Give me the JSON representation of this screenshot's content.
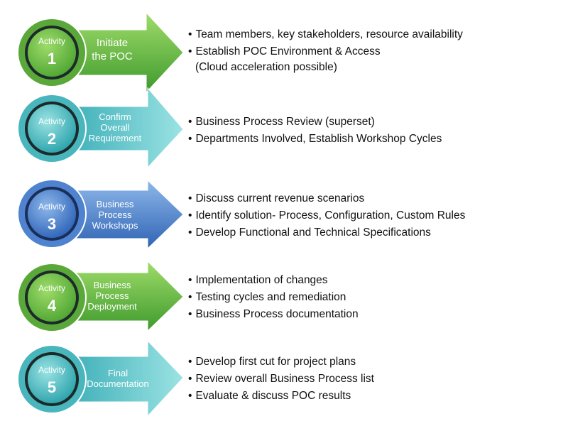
{
  "activities": [
    {
      "word": "Activity",
      "number": "1",
      "label_lines": [
        "Initiate",
        "the POC"
      ],
      "colors": {
        "light": "#9fdc6a",
        "dark": "#3f9a2d",
        "ring": "#5aa83a",
        "inner": "#4ea532"
      },
      "bullets": [
        "Team members, key stakeholders, resource availability",
        "Establish POC Environment & Access",
        "(Cloud acceleration possible)"
      ]
    },
    {
      "word": "Activity",
      "number": "2",
      "label_lines": [
        "Confirm",
        "Overall",
        "Requirement"
      ],
      "colors": {
        "light": "#9be3e3",
        "dark": "#2ea6b1",
        "ring": "#49b6bd",
        "inner": "#2aa2ab"
      },
      "bullets": [
        "Business Process Review (superset)",
        "Departments Involved, Establish Workshop Cycles"
      ]
    },
    {
      "word": "Activity",
      "number": "3",
      "label_lines": [
        "Business",
        "Process",
        "Workshops"
      ],
      "colors": {
        "light": "#8fb8ea",
        "dark": "#2f63b4",
        "ring": "#4f82cf",
        "inner": "#2d63b8"
      },
      "bullets": [
        "Discuss current revenue scenarios",
        "Identify solution- Process, Configuration, Custom Rules",
        "Develop Functional and Technical Specifications"
      ]
    },
    {
      "word": "Activity",
      "number": "4",
      "label_lines": [
        "Business",
        "Process",
        "Deployment"
      ],
      "colors": {
        "light": "#9fdc6a",
        "dark": "#3f9a2d",
        "ring": "#5aa83a",
        "inner": "#4ea532"
      },
      "bullets": [
        "Implementation of changes",
        "Testing cycles and remediation",
        "Business Process documentation"
      ]
    },
    {
      "word": "Activity",
      "number": "5",
      "label_lines": [
        "Final",
        "Documentation"
      ],
      "colors": {
        "light": "#9be3e3",
        "dark": "#2ea6b1",
        "ring": "#49b6bd",
        "inner": "#2aa2ab"
      },
      "bullets": [
        "Develop first cut for project plans",
        "Review overall Business Process list",
        "Evaluate & discuss POC results"
      ]
    }
  ]
}
